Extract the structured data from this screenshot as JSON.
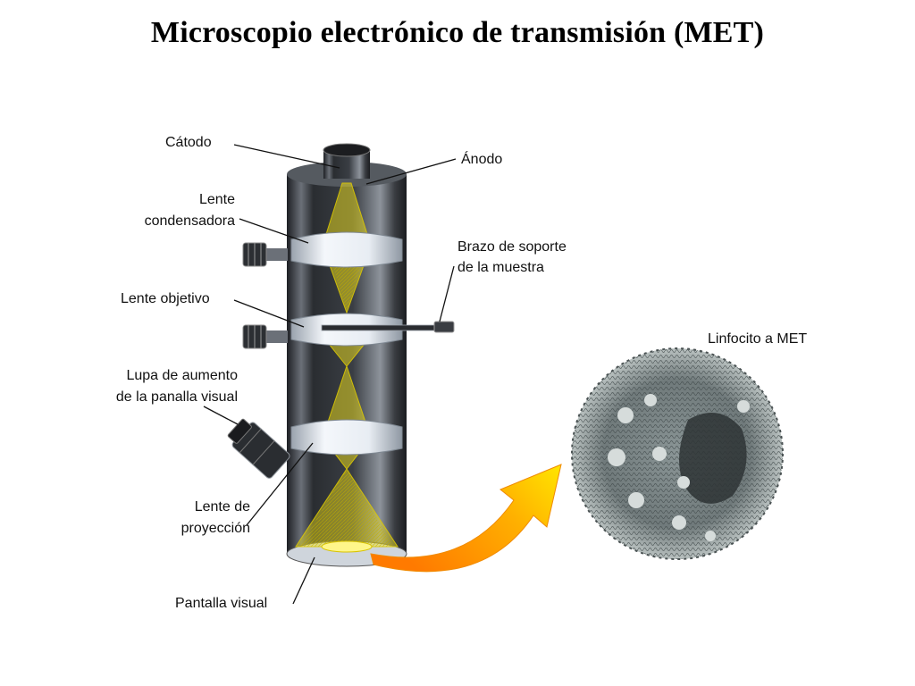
{
  "title": "Microscopio electrónico de transmisión (MET)",
  "labels": {
    "catodo": "Cátodo",
    "anodo": "Ánodo",
    "lente_condensadora_1": "Lente",
    "lente_condensadora_2": "condensadora",
    "brazo_1": "Brazo de soporte",
    "brazo_2": "de la muestra",
    "lente_objetivo": "Lente objetivo",
    "lupa_1": "Lupa de aumento",
    "lupa_2": "de la panalla visual",
    "lente_proyeccion_1": "Lente de",
    "lente_proyeccion_2": "proyección",
    "pantalla_visual": "Pantalla visual",
    "linfocito": "Linfocito a MET"
  },
  "colors": {
    "column_dark": "#2e3136",
    "beam": "#f2e21a",
    "arrow_start": "#ff8a00",
    "arrow_end": "#ffe000",
    "lens": "#dfe6ef"
  }
}
